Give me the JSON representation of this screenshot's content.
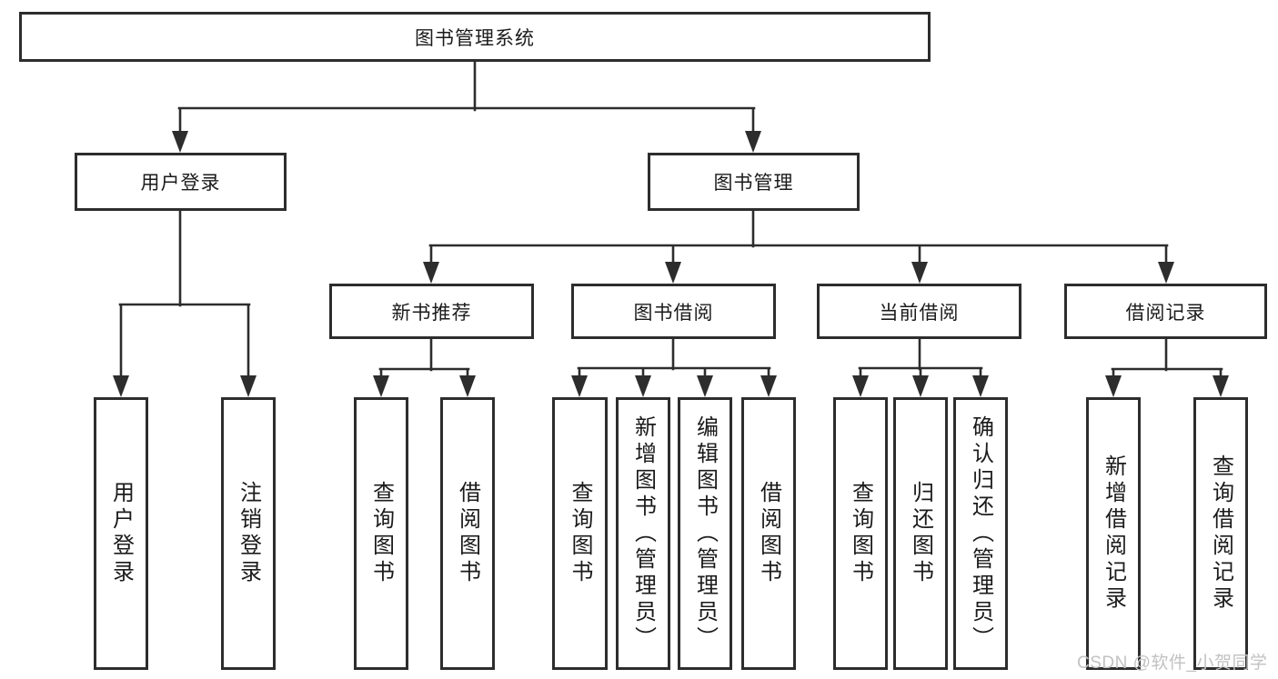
{
  "root": {
    "label": "图书管理系统"
  },
  "level2": [
    {
      "label": "用户登录"
    },
    {
      "label": "图书管理"
    }
  ],
  "level3": [
    {
      "label": "新书推荐",
      "parent": "图书管理"
    },
    {
      "label": "图书借阅",
      "parent": "图书管理"
    },
    {
      "label": "当前借阅",
      "parent": "图书管理"
    },
    {
      "label": "借阅记录",
      "parent": "图书管理"
    }
  ],
  "level4": [
    {
      "label": "用户登录",
      "parent": "用户登录"
    },
    {
      "label": "注销登录",
      "parent": "用户登录"
    },
    {
      "label": "查询图书",
      "parent": "新书推荐"
    },
    {
      "label": "借阅图书",
      "parent": "新书推荐"
    },
    {
      "label": "查询图书",
      "parent": "图书借阅"
    },
    {
      "label": "新增图书（管理员）",
      "parent": "图书借阅"
    },
    {
      "label": "编辑图书（管理员）",
      "parent": "图书借阅"
    },
    {
      "label": "借阅图书",
      "parent": "图书借阅"
    },
    {
      "label": "查询图书",
      "parent": "当前借阅"
    },
    {
      "label": "归还图书",
      "parent": "当前借阅"
    },
    {
      "label": "确认归还（管理员）",
      "parent": "当前借阅"
    },
    {
      "label": "新增借阅记录",
      "parent": "借阅记录"
    },
    {
      "label": "查询借阅记录",
      "parent": "借阅记录"
    }
  ],
  "watermark": {
    "text": "CSDN @软件_小贺同学"
  },
  "colors": {
    "line": "#2d2d2d",
    "text": "#1b1b1b",
    "box_background": "#ffffff",
    "watermark": "#c2c2c2"
  }
}
